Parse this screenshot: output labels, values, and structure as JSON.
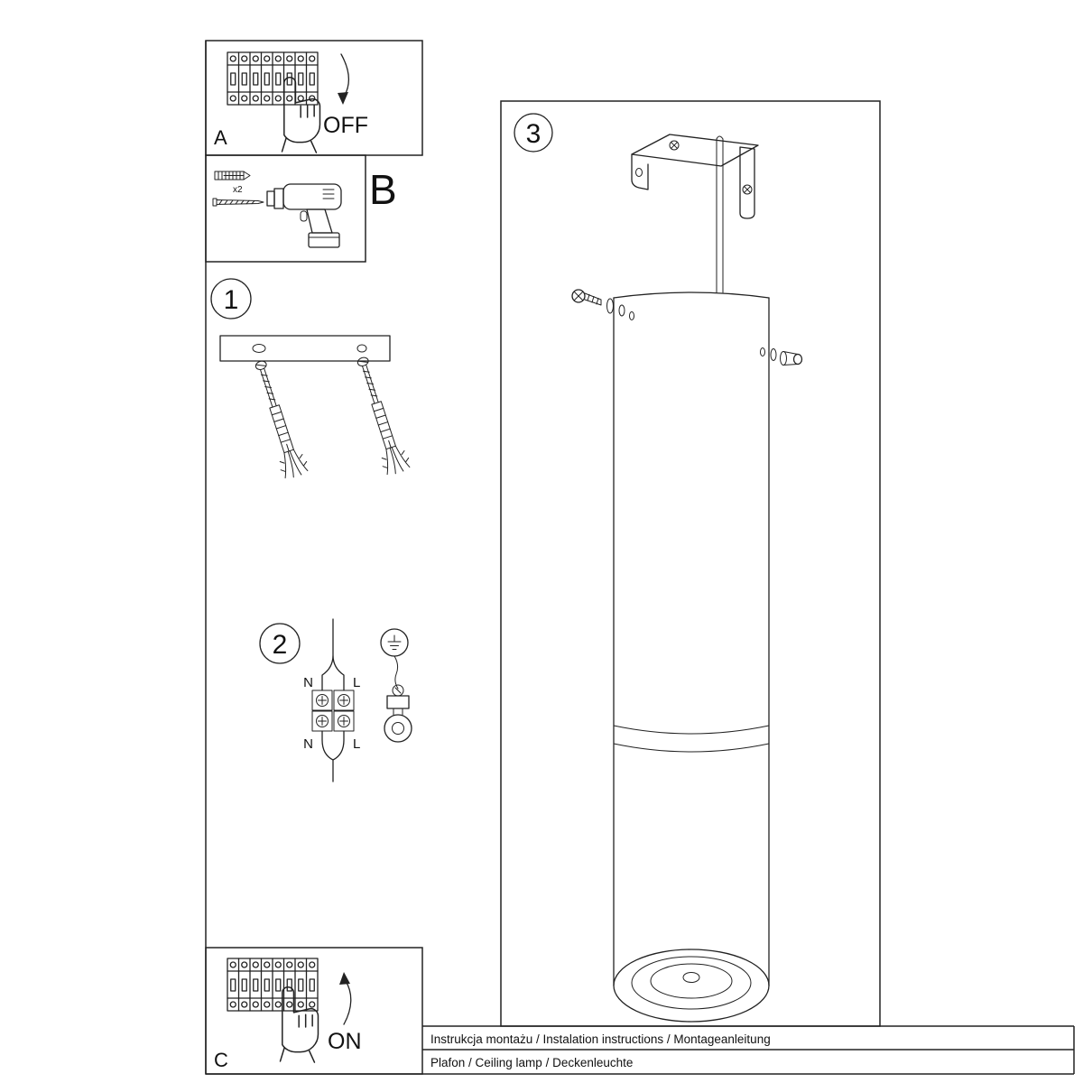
{
  "colors": {
    "background": "#ffffff",
    "line": "#222222",
    "text": "#111111"
  },
  "panel_a": {
    "label": "A",
    "state_label": "OFF"
  },
  "panel_b": {
    "label": "B",
    "anchor_count_label": "x2"
  },
  "step_1": {
    "number": "1"
  },
  "step_2": {
    "number": "2",
    "wire_labels": {
      "top_left": "N",
      "top_right": "L",
      "bottom_left": "N",
      "bottom_right": "L"
    }
  },
  "step_3": {
    "number": "3"
  },
  "panel_c": {
    "label": "C",
    "state_label": "ON"
  },
  "footer": {
    "line1": "Instrukcja montażu / Instalation instructions / Montageanleitung",
    "line2": "Plafon / Ceiling lamp / Deckenleuchte"
  }
}
